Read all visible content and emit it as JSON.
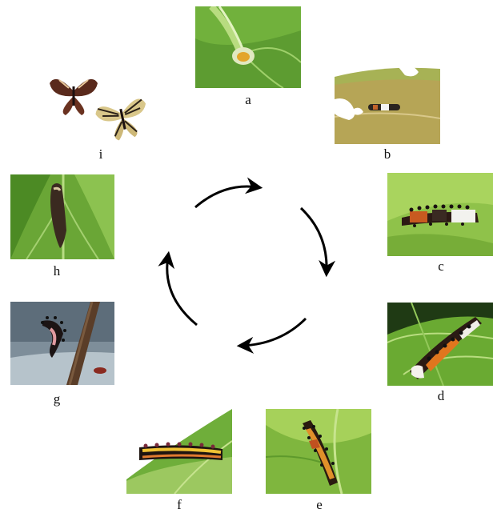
{
  "panels": [
    {
      "id": "a",
      "label": "a",
      "content": "egg on leaf"
    },
    {
      "id": "b",
      "label": "b",
      "content": "first instar larva"
    },
    {
      "id": "c",
      "label": "c",
      "content": "second instar larva"
    },
    {
      "id": "d",
      "label": "d",
      "content": "third instar larva"
    },
    {
      "id": "e",
      "label": "e",
      "content": "fourth instar larva"
    },
    {
      "id": "f",
      "label": "f",
      "content": "fifth instar larva"
    },
    {
      "id": "g",
      "label": "g",
      "content": "prepupa"
    },
    {
      "id": "h",
      "label": "h",
      "content": "pupa"
    },
    {
      "id": "i",
      "label": "i",
      "content": "adult butterflies"
    }
  ],
  "labels": {
    "a": "a",
    "b": "b",
    "c": "c",
    "d": "d",
    "e": "e",
    "f": "f",
    "g": "g",
    "h": "h",
    "i": "i"
  },
  "colors": {
    "leaf": "#5f9e2f",
    "leaf_light": "#a8cf5e",
    "arrow": "#000000"
  }
}
